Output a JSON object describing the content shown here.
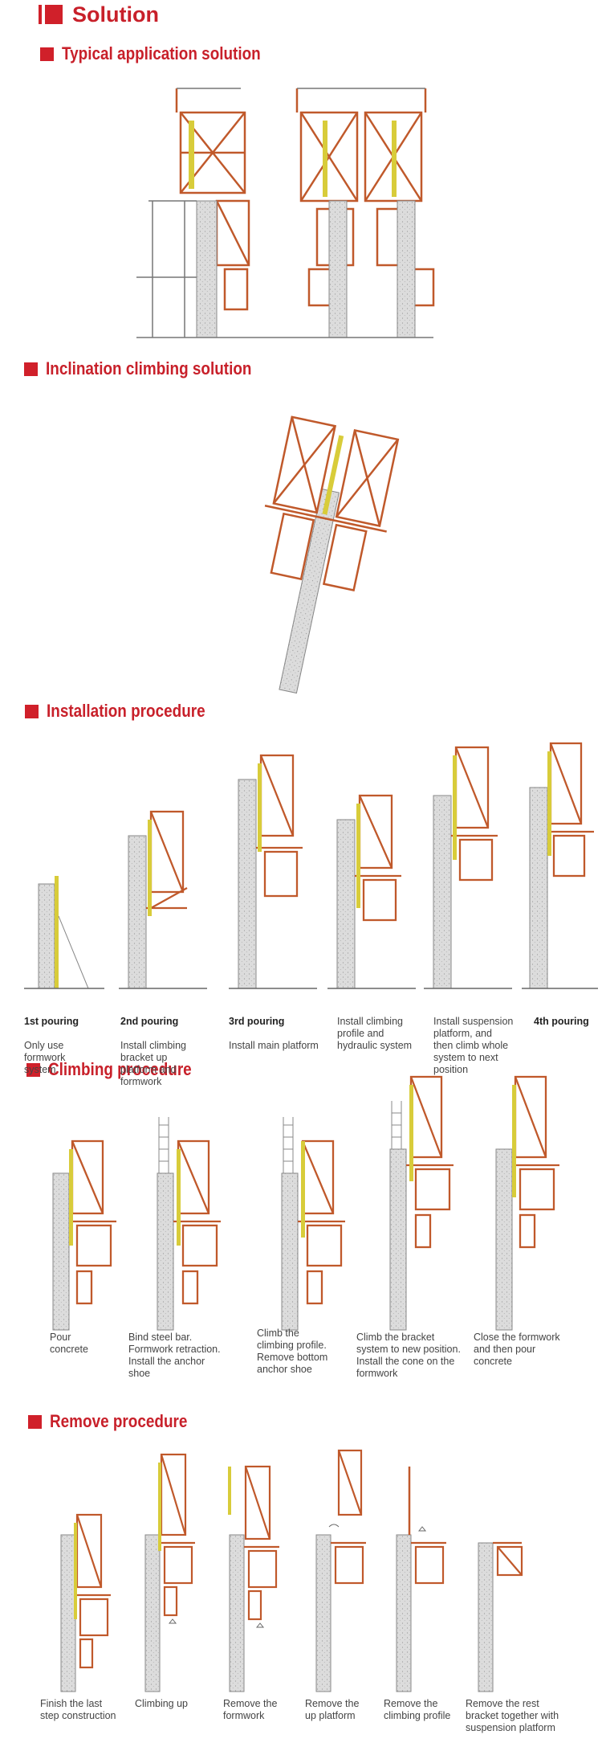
{
  "page_title": "Solution",
  "sections": {
    "typical": "Typical application solution",
    "inclination": "Inclination climbing solution",
    "installation": "Installation procedure",
    "climbing": "Climbing procedure",
    "remove": "Remove procedure"
  },
  "installation_steps": [
    {
      "title": "1st pouring",
      "desc": "Only use\nformwork\nsystem"
    },
    {
      "title": "2nd pouring",
      "desc": "Install climbing\nbracket up\nplatform and\nformwork"
    },
    {
      "title": "3rd pouring",
      "desc": "Install main platform"
    },
    {
      "title": "",
      "desc": "Install climbing\nprofile and\nhydraulic system"
    },
    {
      "title": "",
      "desc": "Install suspension\nplatform, and\nthen climb whole\nsystem to next\nposition"
    },
    {
      "title": "4th pouring",
      "desc": ""
    }
  ],
  "climbing_steps": [
    "Pour\nconcrete",
    "Bind steel bar.\nFormwork retraction.\nInstall the anchor\nshoe",
    "Climb the\nclimbing profile.\nRemove bottom\nanchor shoe",
    "Climb the bracket\nsystem to new position.\nInstall the cone on the\nformwork",
    "Close the formwork\nand then pour\nconcrete"
  ],
  "remove_steps": [
    "Finish the last\nstep construction",
    "Climbing up",
    "Remove the\nformwork",
    "Remove the\nup platform",
    "Remove the\nclimbing profile",
    "Remove the rest\nbracket together with\nsuspension platform"
  ],
  "colors": {
    "accent": "#d0202a",
    "frame": "#c0592b",
    "profile": "#d8cc3a",
    "concrete": "#d6d6d6"
  }
}
